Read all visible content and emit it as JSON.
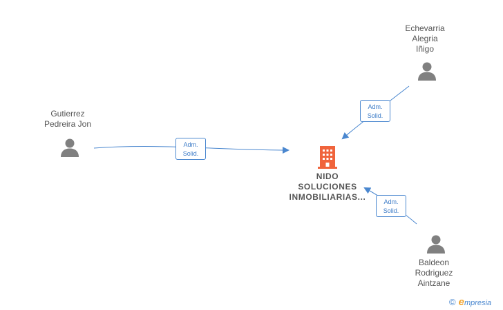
{
  "company": {
    "name_lines": [
      "NIDO",
      "SOLUCIONES",
      "INMOBILIARIAS..."
    ],
    "icon": "building-icon",
    "color": "#f0643c"
  },
  "persons": [
    {
      "id": "gutierrez",
      "name_lines": [
        "Gutierrez",
        "Pedreira Jon"
      ],
      "icon": "person-icon"
    },
    {
      "id": "echevarria",
      "name_lines": [
        "Echevarria",
        "Alegria",
        "Iñigo"
      ],
      "icon": "person-icon"
    },
    {
      "id": "baldeon",
      "name_lines": [
        "Baldeon",
        "Rodriguez",
        "Aintzane"
      ],
      "icon": "person-icon"
    }
  ],
  "relations": [
    {
      "from": "gutierrez",
      "label_lines": [
        "Adm.",
        "Solid."
      ]
    },
    {
      "from": "echevarria",
      "label_lines": [
        "Adm.",
        "Solid."
      ]
    },
    {
      "from": "baldeon",
      "label_lines": [
        "Adm.",
        "Solid."
      ]
    }
  ],
  "colors": {
    "edge": "#4a87cf",
    "person": "#808080",
    "text": "#555555"
  },
  "footer": {
    "copyright": "©",
    "brand_first": "e",
    "brand_rest": "mpresia"
  }
}
